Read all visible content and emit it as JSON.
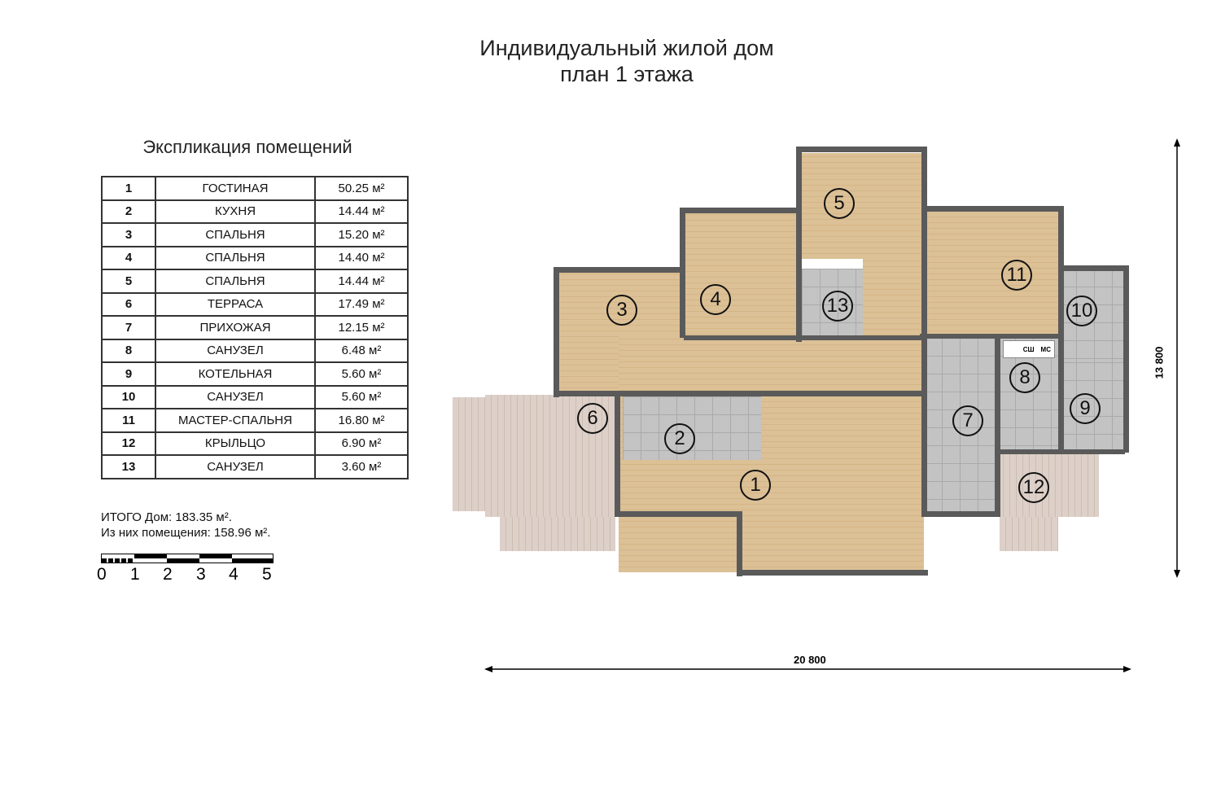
{
  "title": {
    "line1": "Индивидуальный жилой дом",
    "line2": "план 1 этажа"
  },
  "legend": {
    "title": "Экспликация помещений",
    "rooms": [
      {
        "n": "1",
        "name": "ГОСТИНАЯ",
        "area": "50.25 м²"
      },
      {
        "n": "2",
        "name": "КУХНЯ",
        "area": "14.44 м²"
      },
      {
        "n": "3",
        "name": "СПАЛЬНЯ",
        "area": "15.20 м²"
      },
      {
        "n": "4",
        "name": "СПАЛЬНЯ",
        "area": "14.40 м²"
      },
      {
        "n": "5",
        "name": "СПАЛЬНЯ",
        "area": "14.44 м²"
      },
      {
        "n": "6",
        "name": "ТЕРРАСА",
        "area": "17.49 м²"
      },
      {
        "n": "7",
        "name": "ПРИХОЖАЯ",
        "area": "12.15 м²"
      },
      {
        "n": "8",
        "name": "САНУЗЕЛ",
        "area": "6.48 м²"
      },
      {
        "n": "9",
        "name": "КОТЕЛЬНАЯ",
        "area": "5.60 м²"
      },
      {
        "n": "10",
        "name": "САНУЗЕЛ",
        "area": "5.60 м²"
      },
      {
        "n": "11",
        "name": "МАСТЕР-СПАЛЬНЯ",
        "area": "16.80 м²"
      },
      {
        "n": "12",
        "name": "КРЫЛЬЦО",
        "area": "6.90 м²"
      },
      {
        "n": "13",
        "name": "САНУЗЕЛ",
        "area": "3.60 м²"
      }
    ],
    "total_house": "ИТОГО Дом: 183.35 м².",
    "total_rooms": "Из них помещения: 158.96 м²."
  },
  "scale": {
    "labels": [
      "0",
      "1",
      "2",
      "3",
      "4",
      "5"
    ]
  },
  "plan": {
    "fixture_labels": [
      "СШ",
      "МС"
    ],
    "width_dim": "20 800",
    "height_dim": "13 800"
  },
  "colors": {
    "wood": "#dcc096",
    "tile": "#c3c3c3",
    "deck": "#ddd0c8",
    "wall": "#5a5a5a"
  }
}
